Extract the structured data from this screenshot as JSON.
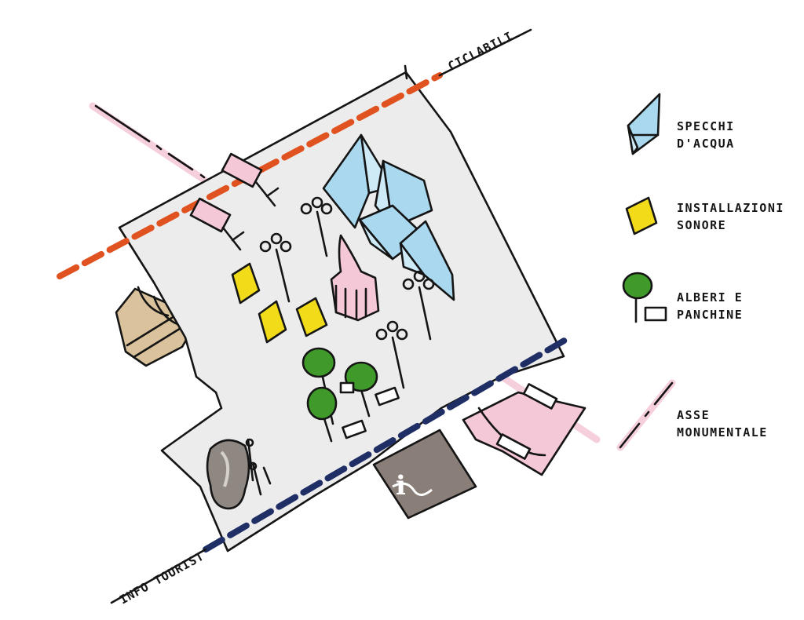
{
  "route_labels": {
    "cycle_path": "CICLABILI",
    "info_route": "INFO TOURIST"
  },
  "legend": {
    "water_mirrors": "SPECCHI D'ACQUA",
    "sound_installations": "INSTALLAZIONI SONORE",
    "trees_and_benches": "ALBERI E PANCHINE",
    "monumental_axis": "ASSE MONUMENTALE"
  },
  "colors": {
    "cycle_path": "#e0521f",
    "info_route": "#1f2f66",
    "plaza": "#ececec",
    "water": "#a9d8ef",
    "sound": "#f2dc1a",
    "tree": "#3f9a2a",
    "axis": "#f5cfdc",
    "info_kiosk": "#8a7f78",
    "side_building": "#d9c29c"
  }
}
